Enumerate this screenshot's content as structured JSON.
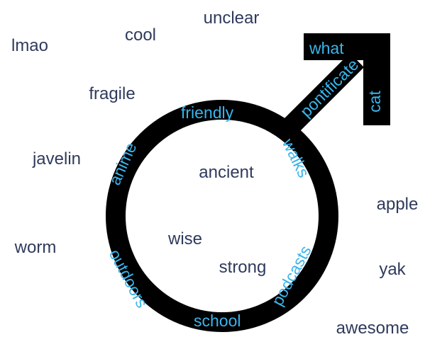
{
  "diagram": {
    "symbol": "male-symbol",
    "colors": {
      "symbol_fill": "#000000",
      "ring_text": "#39b5ec",
      "outer_text": "#2f3a5c"
    },
    "ring_words": {
      "friendly": "friendly",
      "anime": "anime",
      "walks": "walks",
      "outdoors": "outdoors",
      "podcasts": "podcasts",
      "school": "school"
    },
    "arrow_words": {
      "what": "what",
      "pontificate": "pontificate",
      "cat": "cat"
    },
    "inner_words": {
      "ancient": "ancient",
      "wise": "wise",
      "strong": "strong"
    },
    "outer_words": {
      "unclear": "unclear",
      "cool": "cool",
      "lmao": "lmao",
      "fragile": "fragile",
      "javelin": "javelin",
      "worm": "worm",
      "apple": "apple",
      "yak": "yak",
      "awesome": "awesome"
    }
  }
}
